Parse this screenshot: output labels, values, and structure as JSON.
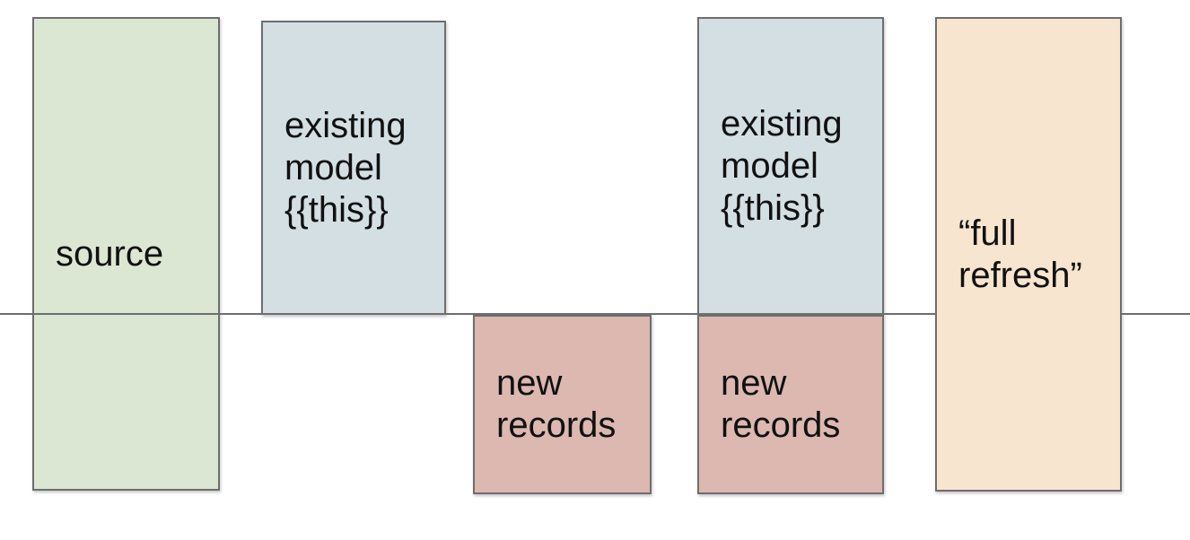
{
  "diagram": {
    "background": "#ffffff",
    "divider_line_color": "#6e6e6e",
    "box_border_color": "#6e6e6e",
    "text_color": "#111111",
    "boxes": [
      {
        "name": "source",
        "label": "source",
        "fill": "#dbe7d3"
      },
      {
        "name": "existing-model",
        "label": "existing\nmodel\n{{this}}",
        "fill": "#d3dfe3"
      },
      {
        "name": "new-records",
        "label": "new\nrecords",
        "fill": "#dcb8b0"
      },
      {
        "name": "existing-model-2",
        "label": "existing\nmodel\n{{this}}",
        "fill": "#d3dfe3"
      },
      {
        "name": "new-records-2",
        "label": "new\nrecords",
        "fill": "#dcb8b0"
      },
      {
        "name": "full-refresh",
        "label": "“full\nrefresh”",
        "fill": "#f8e5d0"
      }
    ]
  }
}
